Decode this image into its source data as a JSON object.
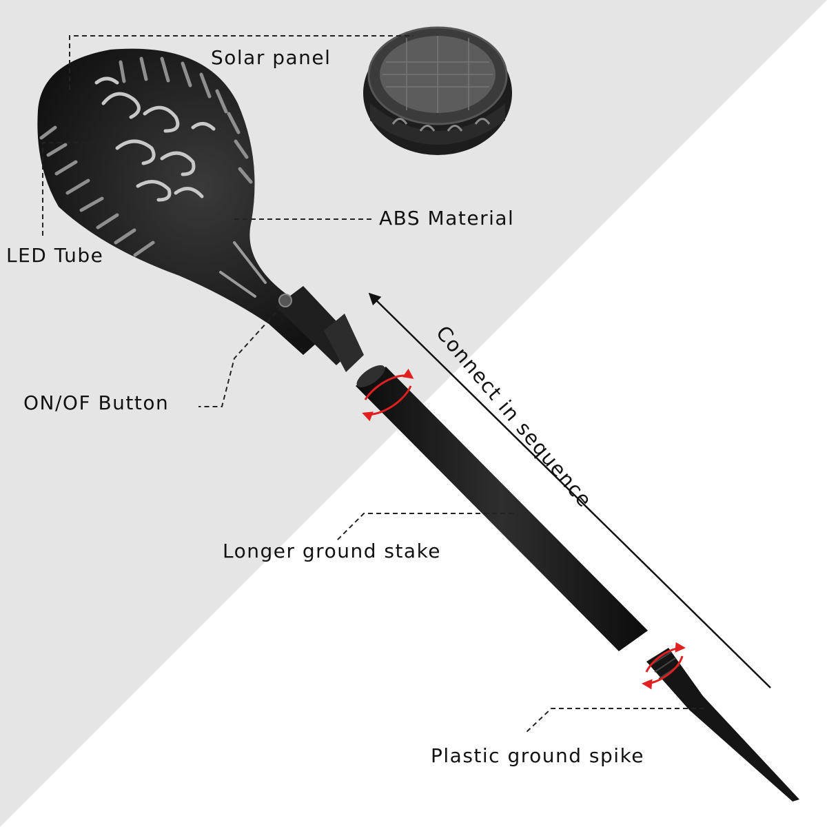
{
  "labels": {
    "solar_panel": "Solar panel",
    "abs_material": "ABS Material",
    "led_tube": "LED Tube",
    "on_off_button": "ON/OF Button",
    "longer_stake": "Longer ground stake",
    "ground_spike": "Plastic ground spike",
    "sequence": "Connect in sequence"
  },
  "colors": {
    "background_upper": "#e5e5e5",
    "background_lower": "#ffffff",
    "product": "#1a1a1a",
    "rotation_arrow": "#e02020",
    "leader_line": "#222222"
  }
}
